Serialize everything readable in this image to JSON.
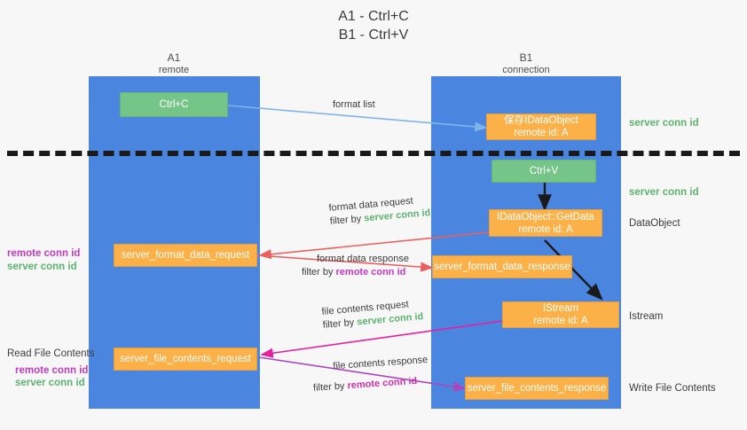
{
  "title": {
    "line1": "A1 - Ctrl+C",
    "line2": "B1 - Ctrl+V"
  },
  "lanes": [
    {
      "name": "A1",
      "sub": "remote"
    },
    {
      "name": "B1",
      "sub": "connection"
    }
  ],
  "boxes": {
    "ctrl_c": "Ctrl+C",
    "ctrl_v": "Ctrl+V",
    "save_idataobject_l1": "保存IDataObject",
    "save_idataobject_l2": "remote id: A",
    "getdata_l1": "IDataObject::GetData",
    "getdata_l2": "remote id: A",
    "istream_l1": "IStream",
    "istream_l2": "remote id: A",
    "server_format_data_request": "server_format_data_request",
    "server_format_data_response": "server_format_data_response",
    "server_file_contents_request": "server_file_contents_request",
    "server_file_contents_response": "server_file_contents_response"
  },
  "right_labels": {
    "server_conn_id_1": "server conn id",
    "server_conn_id_2": "server conn id",
    "dataobject": "DataObject",
    "istream": "Istream",
    "write_file_contents": "Write File Contents"
  },
  "left_labels": {
    "remote_conn_id_1": "remote conn id",
    "server_conn_id_1": "server conn id",
    "read_file_contents": "Read File Contents",
    "remote_conn_id_2": "remote conn id",
    "server_conn_id_2": "server conn id"
  },
  "edges": {
    "format_list": "format list",
    "format_data_request": "format data request",
    "format_data_request_filter_prefix": "filter by ",
    "format_data_request_filter_value": "server conn id",
    "format_data_response": "format data response",
    "format_data_response_filter_prefix": "filter by ",
    "format_data_response_filter_value": "remote conn id",
    "file_contents_request": "file contents request",
    "file_contents_request_filter_prefix": "filter by ",
    "file_contents_request_filter_value": "server conn id",
    "file_contents_response": "file contents response",
    "file_contents_response_filter_prefix": "filter by ",
    "file_contents_response_filter_value": "remote conn id"
  },
  "colors": {
    "lane": "#4a86e0",
    "green_box": "#76c588",
    "orange_box": "#fbb148",
    "light_blue_arrow": "#7fb4e8",
    "red_arrow": "#ec5f5f",
    "magenta_arrow": "#e4219e",
    "purple_arrow": "#ab47bc",
    "black_arrow": "#1a1a1a",
    "green_text": "#5cb36f",
    "purple_text": "#c13bc1"
  }
}
